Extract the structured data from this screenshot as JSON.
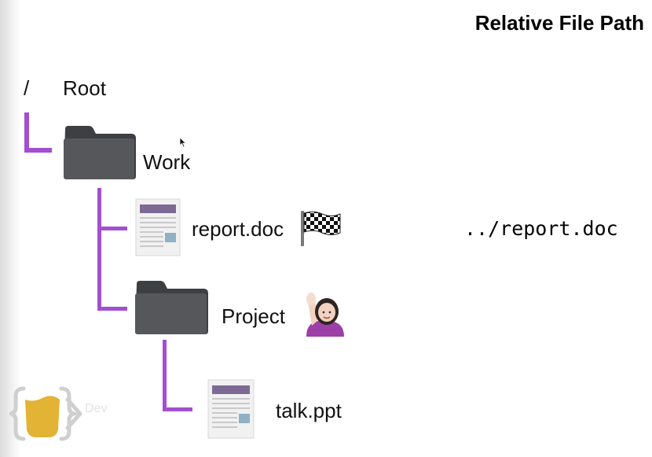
{
  "title": "Relative File Path",
  "tree": {
    "root_symbol": "/",
    "root_label": "Root",
    "work_label": "Work",
    "report_label": "report.doc",
    "project_label": "Project",
    "talk_label": "talk.ppt"
  },
  "relative_path": "../report.doc",
  "logo": {
    "text": "Dev"
  },
  "colors": {
    "connector": "#a24fd0",
    "folder": "#4f5054",
    "doc_header": "#7d6a94",
    "doc_thumb": "#8fb1c3",
    "logo_yellow": "#e2b335",
    "logo_gray": "#cfcfcf"
  },
  "icons": {
    "start_marker": "checkered-flag-icon",
    "you_are_here": "raised-hand-person-icon"
  }
}
